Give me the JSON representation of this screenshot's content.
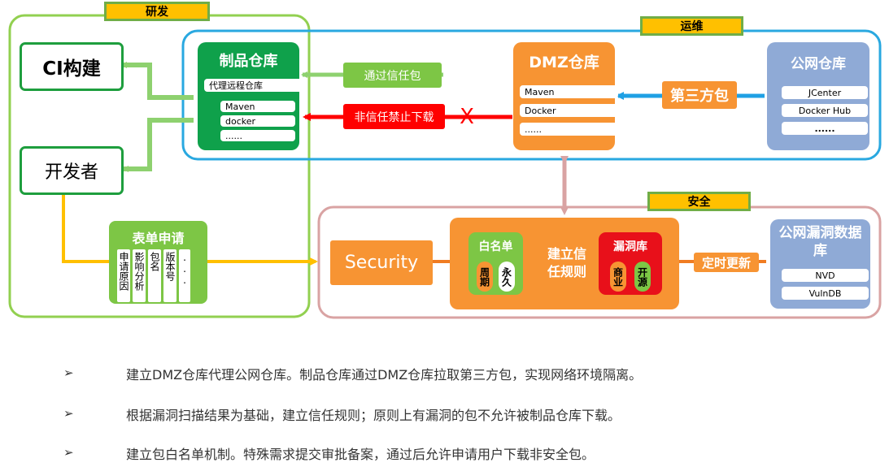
{
  "tags": {
    "dev": "研发",
    "ops": "运维",
    "security": "安全"
  },
  "nodes": {
    "ci_build": "CI构建",
    "developer": "开发者",
    "form_request": {
      "title": "表单申请",
      "columns": [
        "申请原因",
        "影响分析",
        "包名",
        "版本号",
        "..."
      ]
    },
    "artifact_repo": {
      "title": "制品仓库",
      "proxy_label": "代理远程仓库",
      "items": [
        "Maven",
        "docker",
        "......"
      ]
    },
    "trusted_pkg": "通过信任包",
    "untrusted_block": "非信任禁止下载",
    "dmz_repo": {
      "title": "DMZ仓库",
      "items": [
        "Maven",
        "Docker",
        "......"
      ]
    },
    "third_party_pkg": "第三方包",
    "public_repo": {
      "title": "公网仓库",
      "items": [
        "JCenter",
        "Docker Hub",
        "......"
      ]
    },
    "security": "Security",
    "trust_rules": {
      "title": "建立信任规则",
      "whitelist": {
        "title": "白名单",
        "left": "周期",
        "right": "永久"
      },
      "vuln_db": {
        "title": "漏洞库",
        "left": "商业",
        "right": "开源"
      }
    },
    "scheduled_update": "定时更新",
    "public_vuln_db": {
      "title": "公网漏洞数据库",
      "items": [
        "NVD",
        "VulnDB"
      ]
    }
  },
  "cross_mark": "X",
  "bullets": [
    {
      "marker": "➢",
      "text": "建立DMZ仓库代理公网仓库。制品仓库通过DMZ仓库拉取第三方包，实现网络环境隔离。"
    },
    {
      "marker": "➢",
      "text": "根据漏洞扫描结果为基础，建立信任规则；原则上有漏洞的包不允许被制品仓库下载。"
    },
    {
      "marker": "➢",
      "text": "建立包白名单机制。特殊需求提交审批备案，通过后允许申请用户下载非安全包。"
    }
  ],
  "colors": {
    "dev_border": "#92D050",
    "ops_border": "#29A8E0",
    "security_border": "#D9A3A3",
    "tag_fill": "#FFC000",
    "artifact_green": "#0FA14B",
    "dmz_orange": "#F79433",
    "public_blue": "#8FAAD6",
    "red": "#FF0000",
    "bright_green": "#7DC645",
    "vuln_red": "#E8101A",
    "arrow_yellow": "#FFC000",
    "arrow_blue": "#1FA0E4",
    "arrow_pink": "#D9A3A3"
  }
}
